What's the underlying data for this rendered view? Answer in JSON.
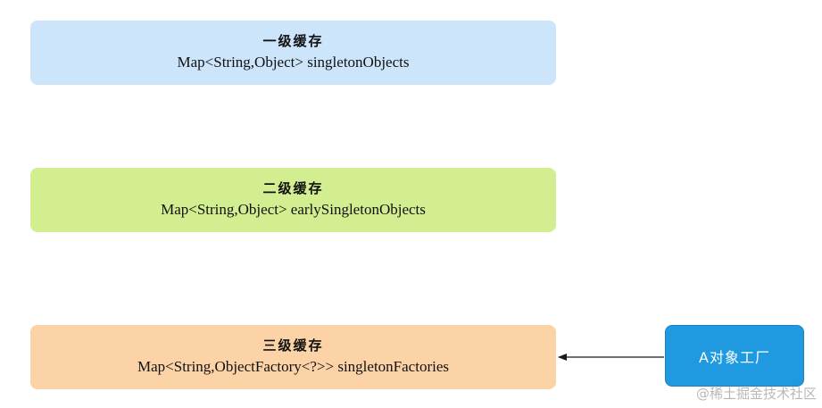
{
  "caches": [
    {
      "title": "一级缓存",
      "type": "Map<String,Object> singletonObjects",
      "color": "#cce5fb"
    },
    {
      "title": "二级缓存",
      "type": "Map<String,Object> earlySingletonObjects",
      "color": "#d3ee91"
    },
    {
      "title": "三级缓存",
      "type": "Map<String,ObjectFactory<?>> singletonFactories",
      "color": "#fcd3a6"
    }
  ],
  "factory": {
    "label": "A对象工厂",
    "color": "#1f9ae0"
  },
  "arrow": {
    "from": "factory",
    "to": "三级缓存",
    "color": "#1a1a1a"
  },
  "watermark": "@稀土掘金技术社区"
}
